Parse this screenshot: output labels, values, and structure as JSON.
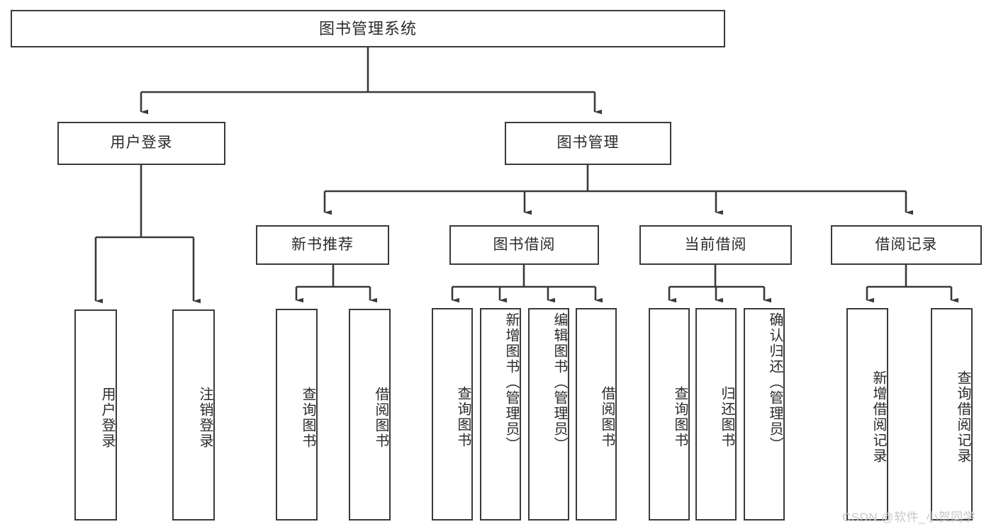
{
  "diagram": {
    "title": "图书管理系统",
    "type": "hierarchy-tree",
    "watermark": "CSDN @软件_小贺同学",
    "colors": {
      "box_border": "#3a3a3a",
      "box_fill": "#ffffff",
      "connector": "#3a3a3a",
      "text": "#2b2b2b",
      "watermark": "#c8c8c8"
    },
    "root": {
      "label": "图书管理系统"
    },
    "level2": [
      {
        "label": "用户登录"
      },
      {
        "label": "图书管理"
      }
    ],
    "level3": [
      {
        "label": "新书推荐"
      },
      {
        "label": "图书借阅"
      },
      {
        "label": "当前借阅"
      },
      {
        "label": "借阅记录"
      }
    ],
    "leaves": {
      "user_login": [
        {
          "label": "用户登录"
        },
        {
          "label": "注销登录"
        }
      ],
      "new_book_recommend": [
        {
          "label": "查询图书"
        },
        {
          "label": "借阅图书"
        }
      ],
      "book_borrow": [
        {
          "label": "查询图书"
        },
        {
          "label": "新增图书（管理员）"
        },
        {
          "label": "编辑图书（管理员）"
        },
        {
          "label": "借阅图书"
        }
      ],
      "current_borrow": [
        {
          "label": "查询图书"
        },
        {
          "label": "归还图书"
        },
        {
          "label": "确认归还（管理员）"
        }
      ],
      "borrow_record": [
        {
          "label": "新增借阅记录"
        },
        {
          "label": "查询借阅记录"
        }
      ]
    }
  }
}
